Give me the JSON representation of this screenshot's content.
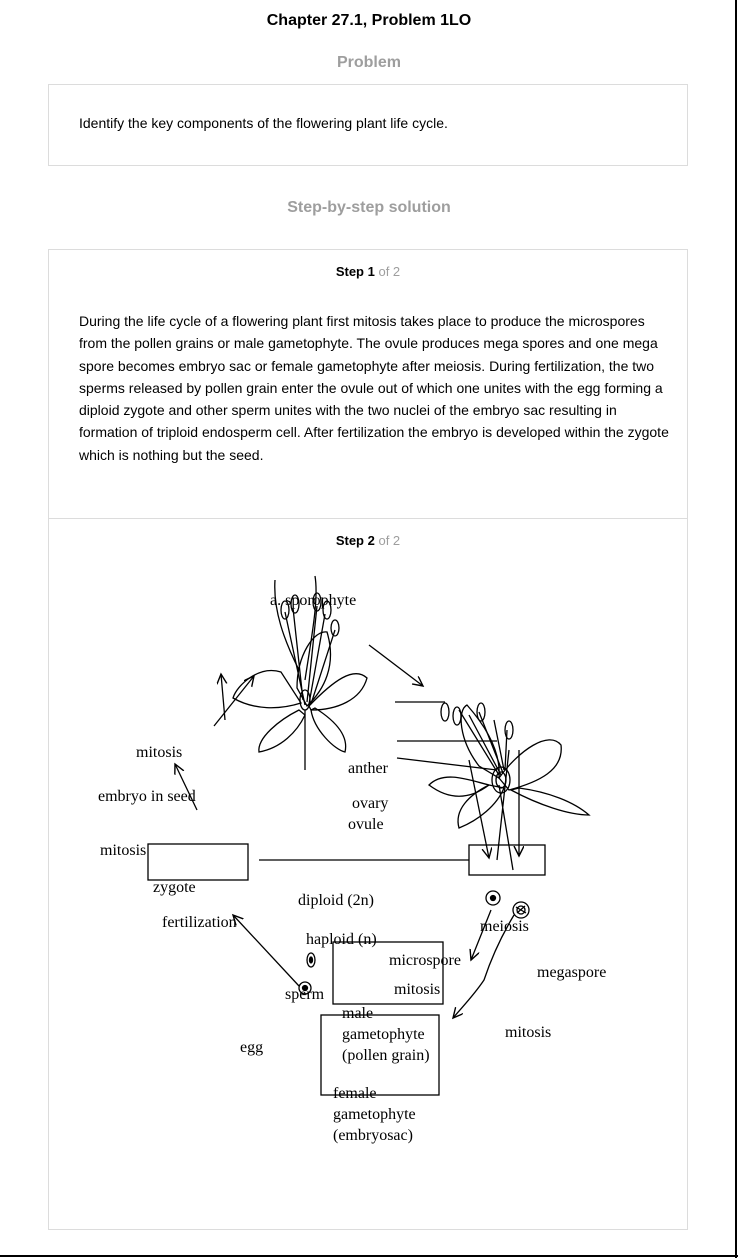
{
  "header": {
    "title": "Chapter 27.1, Problem 1LO"
  },
  "problem": {
    "heading": "Problem",
    "text": "Identify the key components of the flowering plant life cycle."
  },
  "solution": {
    "heading": "Step-by-step solution",
    "steps": [
      {
        "label": "Step 1",
        "of": "of 2",
        "text": "During the life cycle of a flowering plant first mitosis takes place to produce the microspores from the pollen grains or male gametophyte. The ovule produces mega spores and one mega spore becomes embryo sac or female gametophyte after meiosis. During fertilization, the two sperms released by pollen grain enter the ovule out of which one unites with the egg forming a diploid zygote and other sperm unites with the two nuclei of the embryo sac resulting in formation of triploid endosperm cell. After fertilization the embryo is developed within the zygote which is nothing but the seed."
      },
      {
        "label": "Step 2",
        "of": "of 2",
        "diagram": {
          "sporophyte": "a. sporophyte",
          "mitosis_top": "mitosis",
          "embryo_in_seed": "embryo in seed",
          "mitosis_left": "mitosis",
          "zygote": "zygote",
          "fertilization": "fertilization",
          "diploid": "diploid (2n)",
          "haploid": "haploid (n)",
          "meiosis": "meiosis",
          "anther": "anther",
          "ovary": "ovary",
          "ovule": "ovule",
          "microspore": "microspore",
          "megaspore": "megaspore",
          "mitosis_micro": "mitosis",
          "mitosis_mega": "mitosis",
          "sperm": "sperm",
          "egg": "egg",
          "male_gametophyte": [
            "male",
            "gametophyte",
            "(pollen grain)"
          ],
          "female_gametophyte": [
            "female",
            "gametophyte",
            "(embryosac)"
          ]
        }
      }
    ]
  }
}
